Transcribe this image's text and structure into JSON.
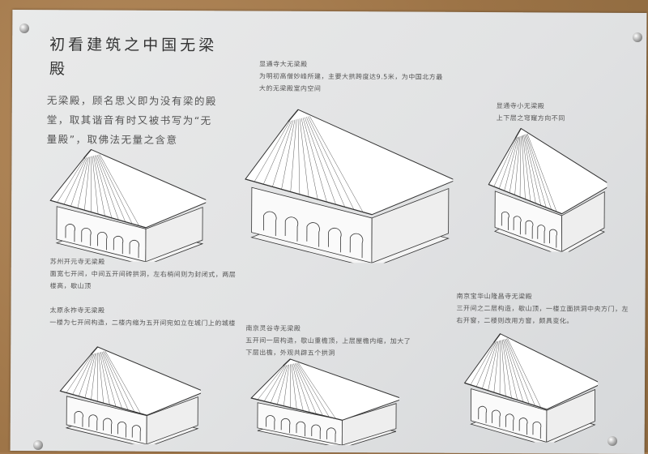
{
  "title": {
    "line1": "初看建筑之中国无梁",
    "line2": "殿"
  },
  "intro": "无梁殿，顾名思义即为没有梁的殿堂，取其谐音有时又被书写为“无量殿”，取佛法无量之含意",
  "captions": [
    {
      "name": "显通寺大无梁殿",
      "desc": "为明初高僧妙峰所建，主要大拱跨度达9.5米，为中国北方最大的无梁殿室内空间"
    },
    {
      "name": "显通寺小无梁殿",
      "desc": "上下层之穹窿方向不同"
    },
    {
      "name": "苏州开元寺无梁殿",
      "desc": "面宽七开间，中间五开间砖拱洞，左右梢间则为封闭式，两层楼高，歇山顶"
    },
    {
      "name": "太原永祚寺无梁殿",
      "desc": "一楼为七开间构造，二楼内缩为五开间宛如立在城门上的城楼"
    },
    {
      "name": "南京灵谷寺无梁殿",
      "desc": "五开间一层构造，歇山重檐顶，上层屋檐内缩，加大了下层出檐，外观共辟五个拱洞"
    },
    {
      "name": "南京宝华山隆昌寺无梁殿",
      "desc": "三开间之二层构造，歇山顶，一楼立面拱洞中央方门，左右开窗，二楼则改用方窗，颇具变化。"
    }
  ]
}
